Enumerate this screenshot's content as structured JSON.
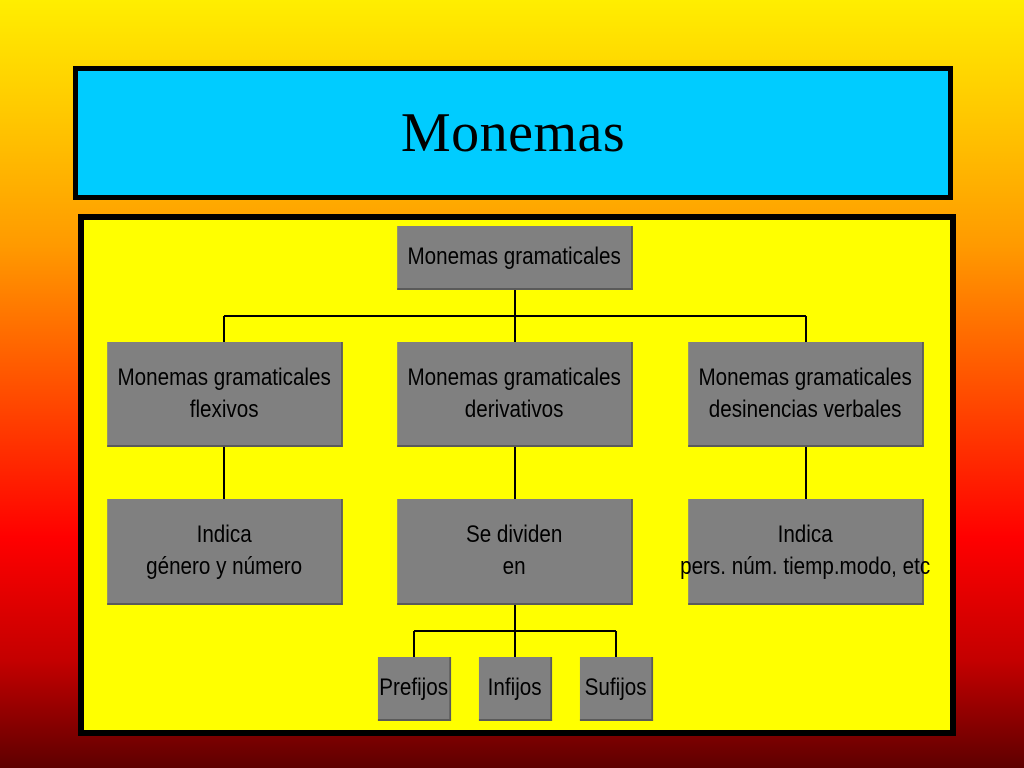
{
  "title": "Monemas",
  "diagram": {
    "root": "Monemas gramaticales",
    "categories": [
      {
        "line1": "Monemas gramaticales",
        "line2": "flexivos"
      },
      {
        "line1": "Monemas gramaticales",
        "line2": "derivativos"
      },
      {
        "line1": "Monemas gramaticales",
        "line2": "desinencias verbales"
      }
    ],
    "details": [
      {
        "line1": "Indica",
        "line2": "género y número"
      },
      {
        "line1": "Se dividen",
        "line2": "en"
      },
      {
        "line1": "Indica",
        "line2": "pers. núm. tiemp.modo, etc"
      }
    ],
    "affixes": [
      "Prefijos",
      "Infijos",
      "Sufijos"
    ]
  }
}
